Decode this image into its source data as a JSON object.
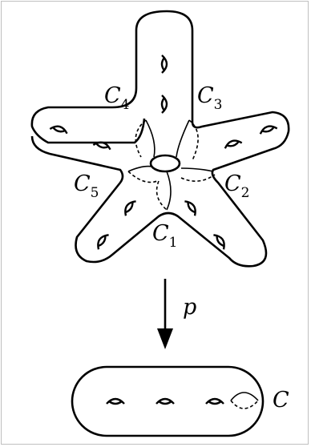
{
  "diagram": {
    "labels": {
      "c1": {
        "main": "C",
        "sub": "1"
      },
      "c2": {
        "main": "C",
        "sub": "2"
      },
      "c3": {
        "main": "C",
        "sub": "3"
      },
      "c4": {
        "main": "C",
        "sub": "4"
      },
      "c5": {
        "main": "C",
        "sub": "5"
      },
      "map": "p",
      "base_curve": "C"
    },
    "colors": {
      "stroke": "#000000",
      "background": "#ffffff",
      "frame": "#bfbfbf"
    }
  }
}
